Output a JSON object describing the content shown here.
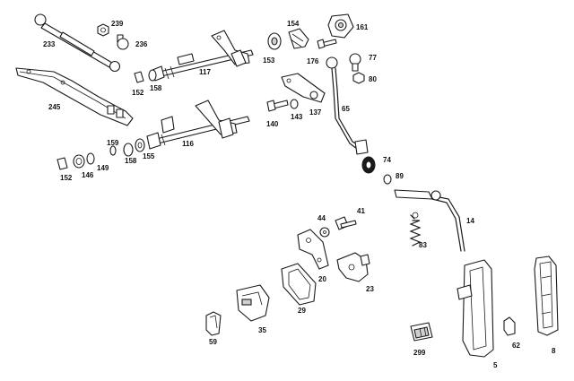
{
  "callouts": {
    "c5": "5",
    "c8": "8",
    "c14": "14",
    "c20": "20",
    "c23": "23",
    "c29": "29",
    "c35": "35",
    "c41": "41",
    "c44": "44",
    "c59": "59",
    "c62": "62",
    "c65": "65",
    "c74": "74",
    "c77": "77",
    "c80": "80",
    "c83": "83",
    "c89": "89",
    "c116": "116",
    "c117": "117",
    "c137": "137",
    "c140": "140",
    "c143": "143",
    "c146": "146",
    "c149": "149",
    "c152a": "152",
    "c152b": "152",
    "c153": "153",
    "c154": "154",
    "c155": "155",
    "c158a": "158",
    "c158b": "158",
    "c159": "159",
    "c161": "161",
    "c176": "176",
    "c233": "233",
    "c236": "236",
    "c239": "239",
    "c245": "245",
    "c299": "299"
  }
}
